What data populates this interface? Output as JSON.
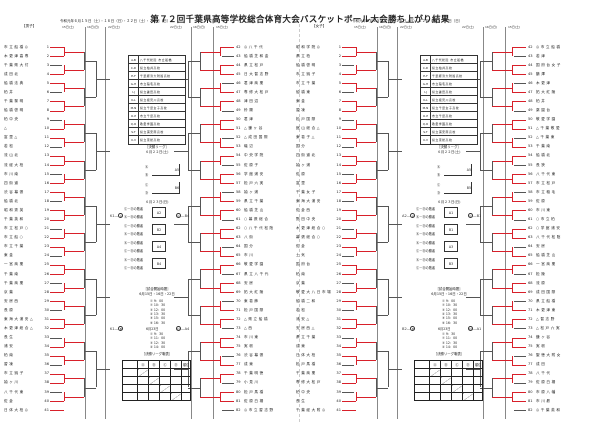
{
  "title": "第７２回千葉県高等学校総合体育大会バスケットボール大会勝ち上がり結果",
  "men": {
    "label": "【男子】",
    "dates": "令和元年６月１５日（土）・１６日（日）・２２日（土）・２３日（日）",
    "day_headers_left": [
      "15日(土)",
      "16日(日)",
      "22日(土)"
    ],
    "day_headers_right": [
      "22日(土)",
      "16日(日)",
      "15日(土)"
    ],
    "teams_left": [
      {
        "no": "1",
        "name": "市立船橋◎"
      },
      {
        "no": "2",
        "name": "木更津高専"
      },
      {
        "no": "3",
        "name": "千葉県大付"
      },
      {
        "no": "4",
        "name": "成田北"
      },
      {
        "no": "5",
        "name": "船橋法典"
      },
      {
        "no": "6",
        "name": "柏井"
      },
      {
        "no": "7",
        "name": "千葉黎明"
      },
      {
        "no": "8",
        "name": "船橋啓明"
      },
      {
        "no": "9",
        "name": "柏中央"
      },
      {
        "no": "10",
        "name": "△"
      },
      {
        "no": "11",
        "name": "富里△"
      },
      {
        "no": "12",
        "name": "若松"
      },
      {
        "no": "13",
        "name": "流山北"
      },
      {
        "no": "14",
        "name": "流経大柏"
      },
      {
        "no": "15",
        "name": "市川南"
      },
      {
        "no": "16",
        "name": "四街道"
      },
      {
        "no": "17",
        "name": "渋谷幕張"
      },
      {
        "no": "18",
        "name": "船橋北"
      },
      {
        "no": "19",
        "name": "昭和秀英"
      },
      {
        "no": "20",
        "name": "千葉英和"
      },
      {
        "no": "21",
        "name": "市立松戸○"
      },
      {
        "no": "22",
        "name": "市立船○"
      },
      {
        "no": "23",
        "name": "市立千葉"
      },
      {
        "no": "24",
        "name": "東金"
      },
      {
        "no": "25",
        "name": "一宮商業"
      },
      {
        "no": "26",
        "name": "千葉南"
      },
      {
        "no": "27",
        "name": "千葉商業"
      },
      {
        "no": "28",
        "name": "京葉"
      },
      {
        "no": "29",
        "name": "安房西"
      },
      {
        "no": "30",
        "name": "長原"
      },
      {
        "no": "31",
        "name": "東海大浦安△"
      },
      {
        "no": "32",
        "name": "木更津総合△"
      },
      {
        "no": "33",
        "name": "長生"
      },
      {
        "no": "34",
        "name": "浦安"
      },
      {
        "no": "35",
        "name": "柏南"
      },
      {
        "no": "36",
        "name": "習凍"
      },
      {
        "no": "37",
        "name": "市立銚子"
      },
      {
        "no": "38",
        "name": "袖ヶ川"
      },
      {
        "no": "39",
        "name": "八千代東"
      },
      {
        "no": "40",
        "name": "佐倉"
      },
      {
        "no": "41",
        "name": "日体大柏◎"
      }
    ],
    "teams_right": [
      {
        "no": "42",
        "name": "◎八千代"
      },
      {
        "no": "43",
        "name": "船橋芝和金"
      },
      {
        "no": "44",
        "name": "県立松戸"
      },
      {
        "no": "45",
        "name": "日大習志野"
      },
      {
        "no": "46",
        "name": "君津商業"
      },
      {
        "no": "47",
        "name": "専修大松戸"
      },
      {
        "no": "48",
        "name": "津田沼"
      },
      {
        "no": "49",
        "name": "鈴陽"
      },
      {
        "no": "50",
        "name": "君津"
      },
      {
        "no": "51",
        "name": "△鎌ヶ谷"
      },
      {
        "no": "52",
        "name": "△成田国際"
      },
      {
        "no": "53",
        "name": "磯辺"
      },
      {
        "no": "54",
        "name": "中央学院"
      },
      {
        "no": "55",
        "name": "佐原子"
      },
      {
        "no": "56",
        "name": "学館浦安"
      },
      {
        "no": "57",
        "name": "松戸六実"
      },
      {
        "no": "58",
        "name": "袖ヶ浦"
      },
      {
        "no": "59",
        "name": "県立千葉"
      },
      {
        "no": "60",
        "name": "船橋芝山"
      },
      {
        "no": "61",
        "name": "○幕張総合"
      },
      {
        "no": "62",
        "name": "○八千代松陰"
      },
      {
        "no": "63",
        "name": "八街"
      },
      {
        "no": "64",
        "name": "国分"
      },
      {
        "no": "65",
        "name": "市川"
      },
      {
        "no": "66",
        "name": "敬愛学園"
      },
      {
        "no": "67",
        "name": "県立八千代"
      },
      {
        "no": "68",
        "name": "安房"
      },
      {
        "no": "69",
        "name": "拓大紅陵"
      },
      {
        "no": "70",
        "name": "東葛飾"
      },
      {
        "no": "71",
        "name": "松戸国際"
      },
      {
        "no": "72",
        "name": "△県立船橋"
      },
      {
        "no": "73",
        "name": "△西"
      },
      {
        "no": "74",
        "name": "市川東"
      },
      {
        "no": "75",
        "name": "実籾"
      },
      {
        "no": "76",
        "name": "渋谷幕張"
      },
      {
        "no": "77",
        "name": "成東"
      },
      {
        "no": "78",
        "name": "千葉明徳"
      },
      {
        "no": "79",
        "name": "小見川"
      },
      {
        "no": "80",
        "name": "松戸馬橋"
      },
      {
        "no": "81",
        "name": "佐原白楊"
      },
      {
        "no": "82",
        "name": "◎市立習志野"
      }
    ],
    "pairings": [
      {
        "k": "A-B",
        "v": "八千代松陰 市立船橋"
      },
      {
        "k": "C-D",
        "v": "県立柏井高校"
      },
      {
        "k": "E-F",
        "v": "千葉経済大附属高校"
      },
      {
        "k": "G-H",
        "v": "市立稲毛高校"
      },
      {
        "k": "I-J",
        "v": "県立鎌田高校"
      },
      {
        "k": "K-L",
        "v": "県立検見川高校"
      },
      {
        "k": "M-N",
        "v": "県立千葉女子高校"
      },
      {
        "k": "O-P",
        "v": "市立千葉高校"
      },
      {
        "k": "Q-R",
        "v": "敬愛学園高校"
      },
      {
        "k": "S-T",
        "v": "県立浦安南高校"
      },
      {
        "k": "U-V",
        "v": "県立東総高校"
      }
    ],
    "final_league_title": "［決勝リーグ］",
    "final_league_date": "６月２２日(土)",
    "league_slots": [
      {
        "label": "Ⓐ",
        "result": ""
      },
      {
        "label": "Ⓑ",
        "result": "A5"
      },
      {
        "label": "Ⓒ",
        "result": ""
      },
      {
        "label": "Ⓓ",
        "result": "B6"
      }
    ],
    "day23_title": "６月２３日(日)",
    "day23_games": [
      {
        "a": "Ⓒ－Ⓓの敗者",
        "b": "Ⓐ－Ⓑの勝者",
        "code": "A2"
      },
      {
        "a": "Ⓒ－Ⓓの勝者",
        "b": "Ⓐ－Ⓑの敗者",
        "code": "B2"
      },
      {
        "a": "Ⓐ－Ⓓの勝者",
        "b": "Ⓒ－Ⓑの勝者",
        "code": "A4"
      },
      {
        "a": "Ⓐ－Ⓓの敗者",
        "b": "Ⓒ－Ⓑの敗者",
        "code": "B4"
      }
    ],
    "start_times_title": "［試合開始時間］",
    "start_times_days1": "6月15日・16日・22日",
    "start_times1": [
      "① 9：00",
      "② 10：30",
      "③ 12：00",
      "④ 13：30",
      "⑤ 15：00",
      "⑥ 16：30"
    ],
    "start_times_days2": "6月23日",
    "start_times2": [
      "① 9：30",
      "② 11：00",
      "③ 12：30",
      "④ 14：00"
    ],
    "league_table_title": "［決勝リーグ戦表］",
    "league_table_headers": [
      "",
      "Ⓐ",
      "Ⓑ",
      "Ⓒ",
      "Ⓓ",
      "順位"
    ],
    "semis": {
      "A_left": "K1",
      "B_left": "K1",
      "C_right": "B4",
      "D_right": "A4"
    }
  },
  "women": {
    "label": "【女子】",
    "dates": "令和元年６月１５日（土）・１６日（日）・２２日（土）・２３日（日）",
    "day_headers_left": [
      "15日(土)",
      "16日(日)",
      "22日(土)"
    ],
    "day_headers_right": [
      "22日(土)",
      "16日(日)",
      "15日(土)"
    ],
    "teams_left": [
      {
        "no": "1",
        "name": "昭和学院◎"
      },
      {
        "no": "2",
        "name": "県立柏"
      },
      {
        "no": "3",
        "name": "船橋啓明"
      },
      {
        "no": "4",
        "name": "市立銚子"
      },
      {
        "no": "5",
        "name": "市立千葉"
      },
      {
        "no": "6",
        "name": "船橋東"
      },
      {
        "no": "7",
        "name": "東金"
      },
      {
        "no": "8",
        "name": "習凍"
      },
      {
        "no": "9",
        "name": "松戸国際"
      },
      {
        "no": "10",
        "name": "館山総合△"
      },
      {
        "no": "11",
        "name": "東葛子△"
      },
      {
        "no": "12",
        "name": "国分"
      },
      {
        "no": "13",
        "name": "四街道北"
      },
      {
        "no": "14",
        "name": "袖ヶ浦"
      },
      {
        "no": "15",
        "name": "佐原"
      },
      {
        "no": "16",
        "name": "富里"
      },
      {
        "no": "17",
        "name": "千葉女子"
      },
      {
        "no": "18",
        "name": "東海大浦安"
      },
      {
        "no": "19",
        "name": "佐倉西"
      },
      {
        "no": "20",
        "name": "野田中央"
      },
      {
        "no": "21",
        "name": "木更津総合○"
      },
      {
        "no": "22",
        "name": "幕張総合○"
      },
      {
        "no": "23",
        "name": "佐倉"
      },
      {
        "no": "24",
        "name": "土気"
      },
      {
        "no": "25",
        "name": "国府台"
      },
      {
        "no": "26",
        "name": "柏南"
      },
      {
        "no": "27",
        "name": "京葉"
      },
      {
        "no": "28",
        "name": "敬愛大八日市場"
      },
      {
        "no": "29",
        "name": "船橋二和"
      },
      {
        "no": "30",
        "name": "若松"
      },
      {
        "no": "31",
        "name": "浦安△"
      },
      {
        "no": "32",
        "name": "安房西△"
      },
      {
        "no": "33",
        "name": "県立千葉"
      },
      {
        "no": "34",
        "name": "成東"
      },
      {
        "no": "35",
        "name": "日体大柏"
      },
      {
        "no": "36",
        "name": "松戸馬橋"
      },
      {
        "no": "37",
        "name": "千葉商業"
      },
      {
        "no": "38",
        "name": "専修大松戸"
      },
      {
        "no": "39",
        "name": "柏中央"
      },
      {
        "no": "40",
        "name": "長生"
      },
      {
        "no": "41",
        "name": "千葉経大附◎"
      }
    ],
    "teams_right": [
      {
        "no": "42",
        "name": "◎市立船橋"
      },
      {
        "no": "43",
        "name": "若津"
      },
      {
        "no": "44",
        "name": "国府台女子"
      },
      {
        "no": "45",
        "name": "鶴澤"
      },
      {
        "no": "46",
        "name": "木更津"
      },
      {
        "no": "47",
        "name": "拓大紅陵"
      },
      {
        "no": "48",
        "name": "柏井"
      },
      {
        "no": "49",
        "name": "薬園台"
      },
      {
        "no": "50",
        "name": "敬愛学園"
      },
      {
        "no": "51",
        "name": "△千葉敬愛"
      },
      {
        "no": "52",
        "name": "△千葉東"
      },
      {
        "no": "53",
        "name": "千葉南"
      },
      {
        "no": "54",
        "name": "船橋北"
      },
      {
        "no": "55",
        "name": "長狭"
      },
      {
        "no": "56",
        "name": "八千代東"
      },
      {
        "no": "57",
        "name": "市立松戸"
      },
      {
        "no": "58",
        "name": "市立稲毛"
      },
      {
        "no": "59",
        "name": "佐原"
      },
      {
        "no": "60",
        "name": "市川東"
      },
      {
        "no": "61",
        "name": "○市立柏"
      },
      {
        "no": "62",
        "name": "○学館浦安"
      },
      {
        "no": "63",
        "name": "八千代松陰"
      },
      {
        "no": "64",
        "name": "安房"
      },
      {
        "no": "65",
        "name": "船橋芝山"
      },
      {
        "no": "66",
        "name": "一宮商業"
      },
      {
        "no": "67",
        "name": "松陵"
      },
      {
        "no": "68",
        "name": "流原"
      },
      {
        "no": "69",
        "name": "成田国際"
      },
      {
        "no": "70",
        "name": "県立船橋"
      },
      {
        "no": "71",
        "name": "木更津東"
      },
      {
        "no": "72",
        "name": "△習志野"
      },
      {
        "no": "73",
        "name": "△松戸六実"
      },
      {
        "no": "74",
        "name": "鎌ヶ谷"
      },
      {
        "no": "75",
        "name": "実籾"
      },
      {
        "no": "76",
        "name": "聖徳大附女"
      },
      {
        "no": "77",
        "name": "成田"
      },
      {
        "no": "78",
        "name": "八千代"
      },
      {
        "no": "79",
        "name": "佐原白楊"
      },
      {
        "no": "80",
        "name": "市原八幡"
      },
      {
        "no": "81",
        "name": "市川昴"
      },
      {
        "no": "82",
        "name": "◎千葉英和"
      }
    ],
    "pairings": [
      {
        "k": "A-B",
        "v": "八千代松陰 市立船橋"
      },
      {
        "k": "C-D",
        "v": "県立柏井高校"
      },
      {
        "k": "E-F",
        "v": "千葉経済大附属高校"
      },
      {
        "k": "G-H",
        "v": "市立稲毛高校"
      },
      {
        "k": "I-J",
        "v": "県立鎌田高校"
      },
      {
        "k": "K-L",
        "v": "県立検見川高校"
      },
      {
        "k": "M-N",
        "v": "県立千葉女子高校"
      },
      {
        "k": "O-P",
        "v": "市立千葉高校"
      },
      {
        "k": "Q-R",
        "v": "敬愛学園高校"
      },
      {
        "k": "S-T",
        "v": "県立浦安南高校"
      },
      {
        "k": "U-V",
        "v": "県立東総高校"
      }
    ],
    "final_league_title": "［決勝リーグ］",
    "final_league_date": "６月２２日(土)",
    "league_slots": [
      {
        "label": "Ⓐ",
        "result": ""
      },
      {
        "label": "Ⓑ",
        "result": "A5"
      },
      {
        "label": "Ⓒ",
        "result": ""
      },
      {
        "label": "Ⓓ",
        "result": "B5"
      }
    ],
    "day23_title": "６月２３日(日)",
    "day23_games": [
      {
        "a": "Ⓒ－Ⓓの敗者",
        "b": "Ⓐ－Ⓑの勝者",
        "code": "A1"
      },
      {
        "a": "Ⓒ－Ⓓの勝者",
        "b": "Ⓐ－Ⓑの敗者",
        "code": "B1"
      },
      {
        "a": "Ⓐ－Ⓓの勝者",
        "b": "Ⓒ－Ⓑの勝者",
        "code": "A3"
      },
      {
        "a": "Ⓐ－Ⓓの敗者",
        "b": "Ⓒ－Ⓑの敗者",
        "code": "B3"
      }
    ],
    "start_times_title": "［試合開始時間］",
    "start_times_days1": "6月15日・16日・22日",
    "start_times1": [
      "① 9：00",
      "② 10：30",
      "③ 12：00",
      "④ 13：30",
      "⑤ 15：00",
      "⑥ 16：30"
    ],
    "start_times_days2": "6月23日",
    "start_times2": [
      "① 9：30",
      "② 11：00",
      "③ 12：30",
      "④ 14：00"
    ],
    "league_table_title": "［決勝リーグ戦表］",
    "league_table_headers": [
      "",
      "Ⓐ",
      "Ⓑ",
      "Ⓒ",
      "Ⓓ",
      "順位"
    ],
    "semis": {
      "A_left": "A2",
      "B_left": "B2",
      "C_right": "B1",
      "D_right": "A1"
    }
  }
}
